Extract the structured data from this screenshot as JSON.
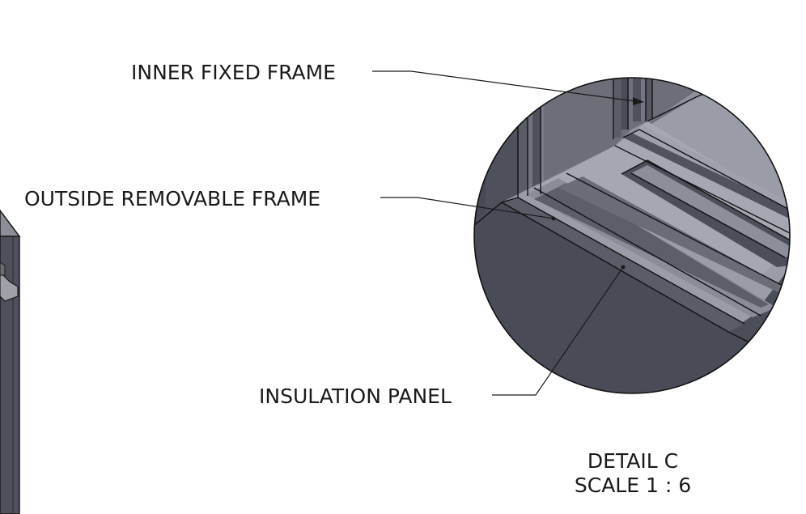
{
  "callouts": {
    "inner_fixed_frame": "INNER FIXED FRAME",
    "outside_removable_frame": "OUTSIDE REMOVABLE FRAME",
    "insulation_panel": "INSULATION PANEL"
  },
  "detail": {
    "title": "DETAIL C",
    "scale": "SCALE 1 : 6"
  }
}
